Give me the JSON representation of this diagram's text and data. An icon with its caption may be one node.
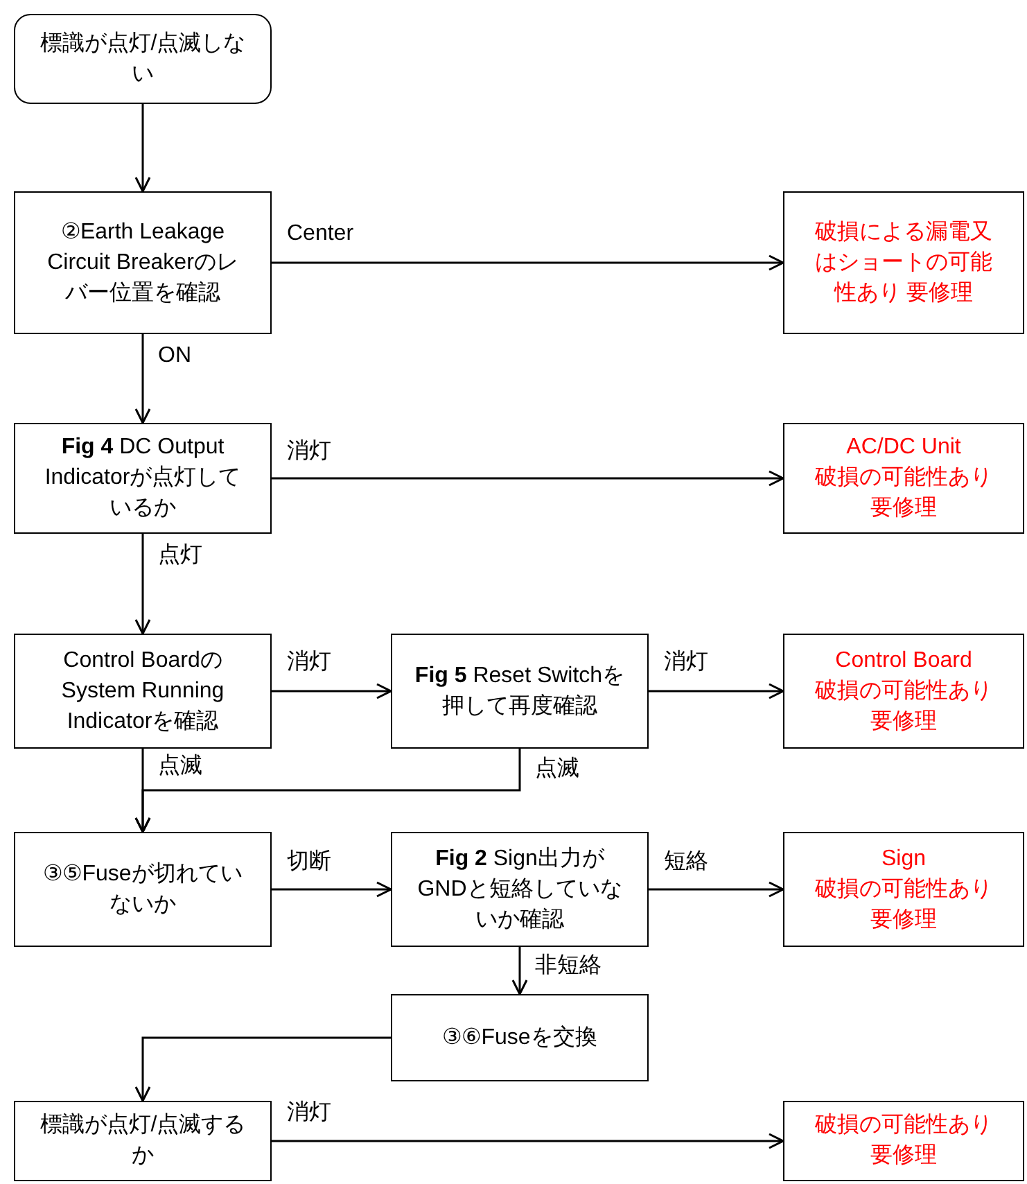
{
  "diagram": {
    "nodes": [
      {
        "text": [
          "標識が点灯/点滅しない"
        ]
      },
      {
        "text": [
          "②Earth Leakage Circuit Breakerのレバー位置を確認"
        ]
      },
      {
        "text": [
          "破損による漏電又はショートの可能性あり 要修理"
        ]
      },
      {
        "text": [
          "**Fig 4** DC Output Indicatorが点灯しているか"
        ]
      },
      {
        "text": [
          "AC/DC Unit",
          "破損の可能性あり",
          "要修理"
        ]
      },
      {
        "text": [
          "Control BoardのSystem Running Indicatorを確認"
        ]
      },
      {
        "text": [
          "**Fig 5** Reset Switchを押して再度確認"
        ]
      },
      {
        "text": [
          "Control Board",
          "破損の可能性あり",
          "要修理"
        ]
      },
      {
        "text": [
          "③⑤Fuseが切れていないか"
        ]
      },
      {
        "text": [
          "**Fig 2** Sign出力がGNDと短絡していないか確認"
        ]
      },
      {
        "text": [
          "Sign",
          "破損の可能性あり",
          "要修理"
        ]
      },
      {
        "text": [
          "③⑥Fuseを交換"
        ]
      },
      {
        "text": [
          "標識が点灯/点滅するか"
        ]
      },
      {
        "text": [
          "破損の可能性あり",
          "要修理"
        ]
      }
    ],
    "edges": [
      {
        "from": 0,
        "to": 1,
        "arrow": "to"
      },
      {
        "from": 1,
        "to": 2,
        "arrow": "to",
        "label": "Center"
      },
      {
        "from": 1,
        "to": 3,
        "arrow": "to",
        "label": "ON"
      },
      {
        "from": 3,
        "to": 4,
        "arrow": "to",
        "label": "消灯"
      },
      {
        "from": 3,
        "to": 5,
        "arrow": "to",
        "label": "点灯"
      },
      {
        "from": 5,
        "to": 6,
        "arrow": "to",
        "label": "消灯"
      },
      {
        "from": 6,
        "to": 7,
        "arrow": "to",
        "label": "消灯"
      },
      {
        "from": 5,
        "to": 8,
        "arrow": "to",
        "label": "点滅"
      },
      {
        "from": 6,
        "to": 8,
        "arrow": "to",
        "label": "点滅"
      },
      {
        "from": 8,
        "to": 9,
        "arrow": "to",
        "label": "切断"
      },
      {
        "from": 9,
        "to": 10,
        "arrow": "to",
        "label": "短絡"
      },
      {
        "from": 9,
        "to": 11,
        "arrow": "to",
        "label": "非短絡"
      },
      {
        "from": 11,
        "to": 12,
        "arrow": "to"
      },
      {
        "from": 12,
        "to": 13,
        "arrow": "to",
        "label": "消灯"
      }
    ]
  }
}
